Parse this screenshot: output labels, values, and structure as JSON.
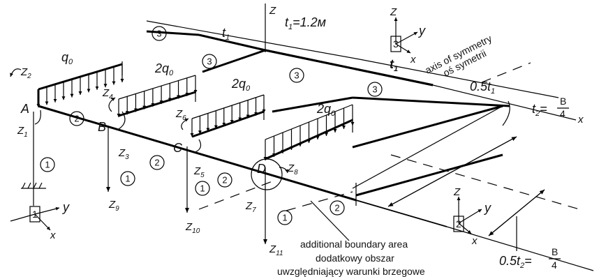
{
  "labels": {
    "axis_z_top": "Z",
    "t1_top": "t",
    "t1_top_sub": "1",
    "t1_value": "t",
    "t1_value_sub": "1",
    "t1_value_rest": "=1.2м",
    "t1_bold": "t",
    "t1_bold_sub": "1",
    "half_t1": "0.5t",
    "half_t1_sub": "1",
    "t2_eq": "t",
    "t2_eq_sub": "2",
    "t2_eq_rest": "=",
    "t2_frac_num": "B",
    "t2_frac_den": "4",
    "half_t2": "0.5t",
    "half_t2_sub": "2",
    "half_t2_rest": "=",
    "half_t2_num": "B",
    "half_t2_den": "4",
    "axis_symmetry_en": "axis of symmetry",
    "axis_symmetry_pl": "oś symetrii",
    "x_axis_right": "x",
    "q0": "q",
    "q0_sub": "0",
    "two_q0_a": "2q",
    "two_q0_a_sub": "0",
    "two_q0_b": "2q",
    "two_q0_b_sub": "0",
    "two_q0_c": "2q",
    "two_q0_c_sub": "0",
    "point_A": "A",
    "point_B": "B",
    "point_C": "C",
    "point_D": "D",
    "z1": "Z",
    "z1_sub": "1",
    "z2": "Z",
    "z2_sub": "2",
    "z3": "Z",
    "z3_sub": "3",
    "z4": "Z",
    "z4_sub": "4",
    "z5": "Z",
    "z5_sub": "5",
    "z6": "Z",
    "z6_sub": "6",
    "z7": "Z",
    "z7_sub": "7",
    "z8": "Z",
    "z8_sub": "8",
    "z9": "Z",
    "z9_sub": "9",
    "z10": "Z",
    "z10_sub": "10",
    "z11": "Z",
    "z11_sub": "11",
    "triad_top_z": "Z",
    "triad_top_y": "y",
    "triad_top_x": "x",
    "triad_top_num": "3",
    "triad_left_y": "y",
    "triad_left_x": "x",
    "triad_left_num": "1",
    "triad_right_z": "Z",
    "triad_right_y": "y",
    "triad_right_x": "x",
    "triad_right_num": "2",
    "additional_en": "additional boundary area",
    "additional_pl1": "dodatkowy obszar",
    "additional_pl2": "uwzględniający warunki brzegowe"
  },
  "element_numbers": {
    "member_1": "1",
    "member_2": "2",
    "member_3": "3"
  }
}
